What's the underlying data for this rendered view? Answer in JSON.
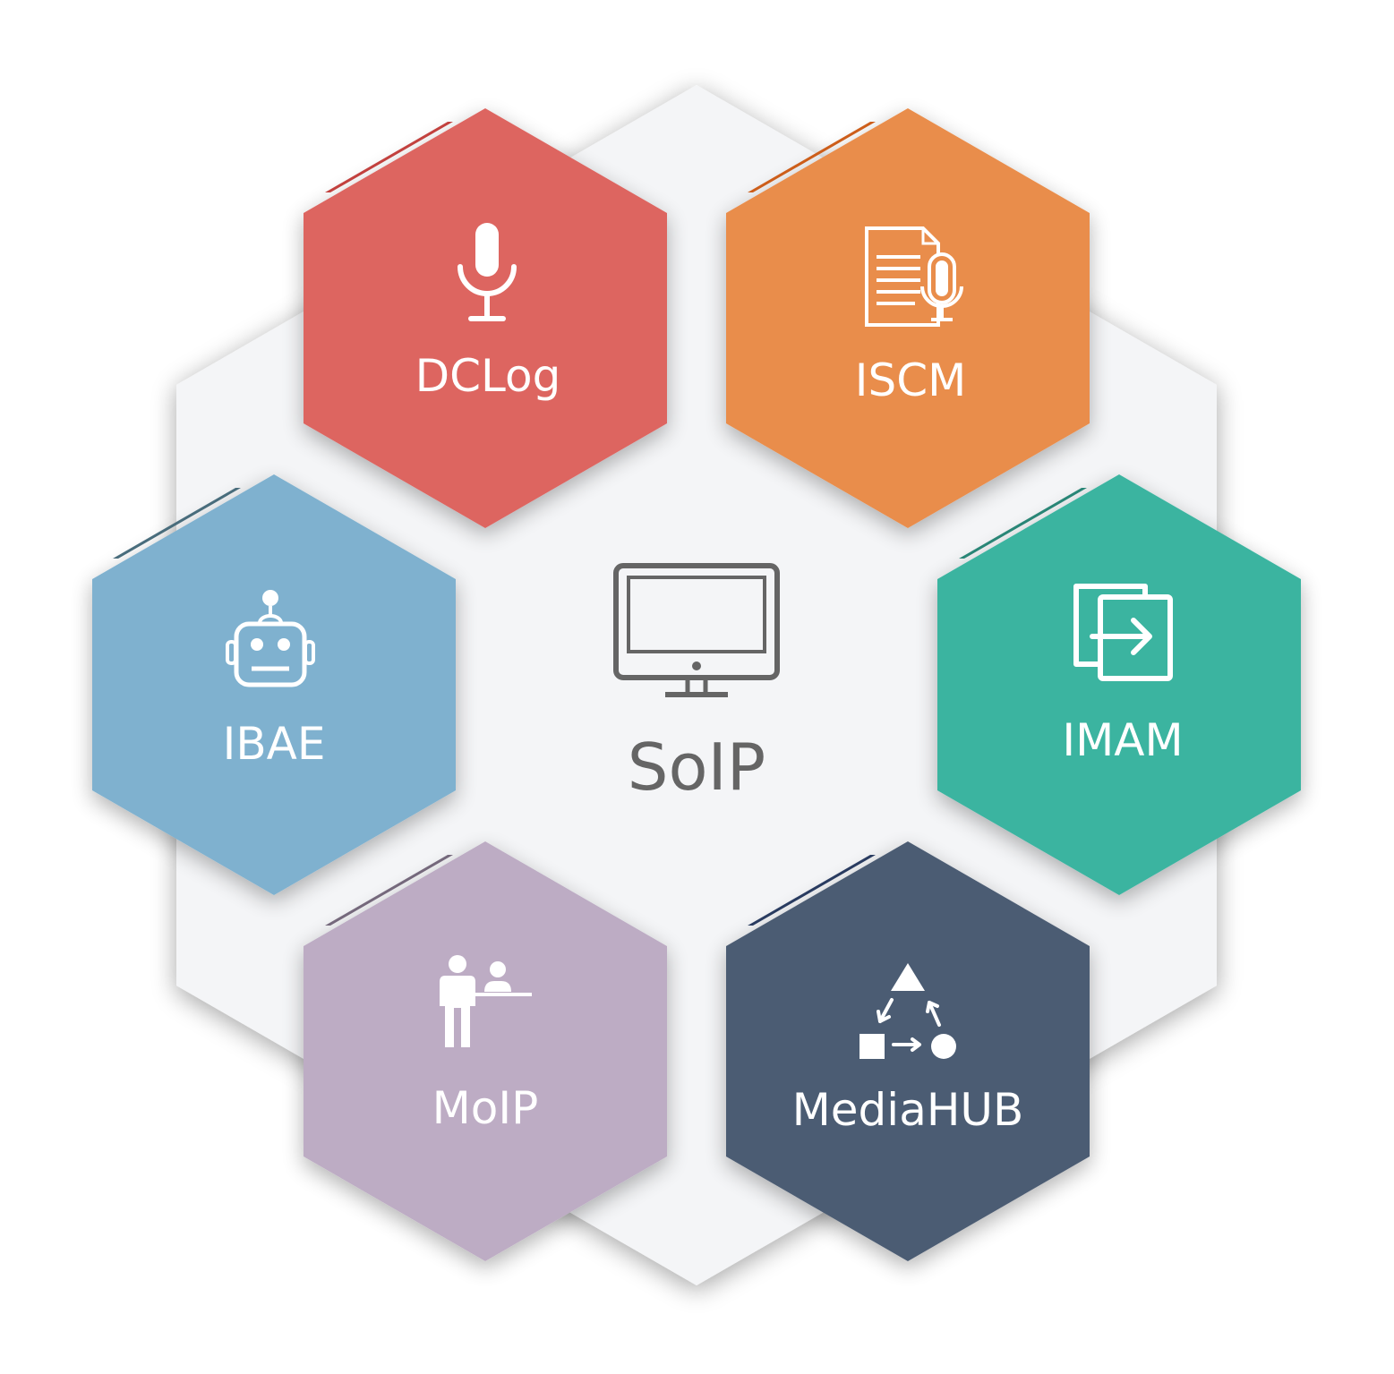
{
  "center": {
    "label": "SoIP",
    "icon": "monitor-icon",
    "text_color": "#656565",
    "background_color": "#f4f5f7"
  },
  "modules": [
    {
      "id": "dclog",
      "label": "DCLog",
      "icon": "microphone-icon",
      "color": "#dd6561",
      "accent": "#c94340"
    },
    {
      "id": "iscm",
      "label": "ISCM",
      "icon": "document-mic-icon",
      "color": "#e98d4b",
      "accent": "#d4611b"
    },
    {
      "id": "imam",
      "label": "IMAM",
      "icon": "transfer-icon",
      "color": "#3bb4a0",
      "accent": "#2a8a7a"
    },
    {
      "id": "mediahub",
      "label": "MediaHUB",
      "icon": "shapes-cycle-icon",
      "color": "#4c5c73",
      "accent": "#2a3d63"
    },
    {
      "id": "moip",
      "label": "MoIP",
      "icon": "people-reception-icon",
      "color": "#bdacc4",
      "accent": "#796c80"
    },
    {
      "id": "ibae",
      "label": "IBAE",
      "icon": "robot-icon",
      "color": "#7fb1cf",
      "accent": "#4b7080"
    }
  ]
}
